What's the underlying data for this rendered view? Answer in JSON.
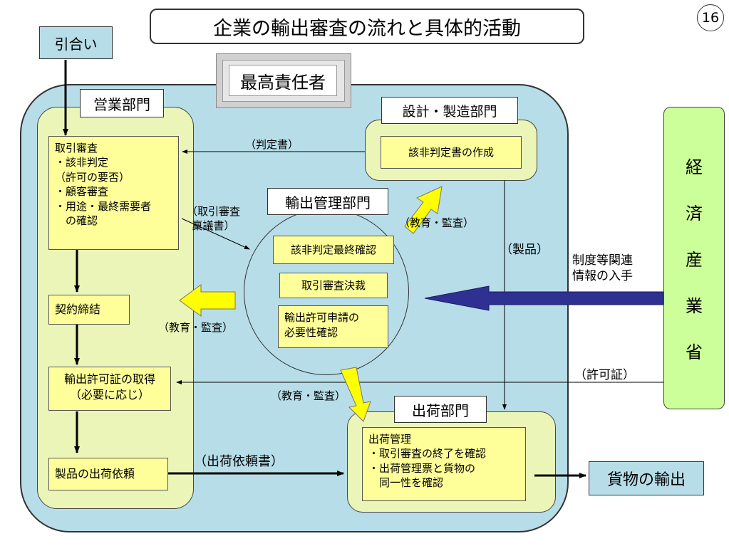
{
  "title": "企業の輸出審査の流れと具体的活動",
  "page_number": "16",
  "inquiry": "引合い",
  "top_executive": "最高責任者",
  "sales": {
    "title": "営業部門",
    "transaction_review": "取引審査\n・該非判定\n（許可の要否）\n・顧客審査\n・用途・最終需要者\n　の確認",
    "contract": "契約締結",
    "license": "輸出許可証の取得\n（必要に応じ）",
    "shipment_request": "製品の出荷依頼"
  },
  "design": {
    "title": "設計・製造部門",
    "task": "該非判定書の作成"
  },
  "export_control": {
    "title": "輸出管理部門",
    "tasks": [
      "該非判定最終確認",
      "取引審査決裁",
      "輸出許可申請の\n必要性確認"
    ]
  },
  "shipping": {
    "title": "出荷部門",
    "task": "出荷管理\n・取引審査の終了を確認\n・出荷管理票と貨物の\n　同一性を確認"
  },
  "meti": [
    "経",
    "済",
    "産",
    "業",
    "省"
  ],
  "goods_export": "貨物の輸出",
  "labels": {
    "judgment_doc": "（判定書）",
    "review_ringi": "（取引審査\n稟議書）",
    "education_audit": "（教育・監査）",
    "product": "（製品）",
    "system_info": "制度等関連\n情報の入手",
    "license_cert": "（許可証）",
    "shipment_request_doc": "（出荷依頼書）"
  },
  "colors": {
    "panel_blue": "#b7dde8",
    "panel_green": "#ebf5b8",
    "task_yellow": "#ffff99",
    "meti_green": "#ccff99",
    "arrow_navy": "#2e3192",
    "arrow_yellow": "#ffff00"
  }
}
